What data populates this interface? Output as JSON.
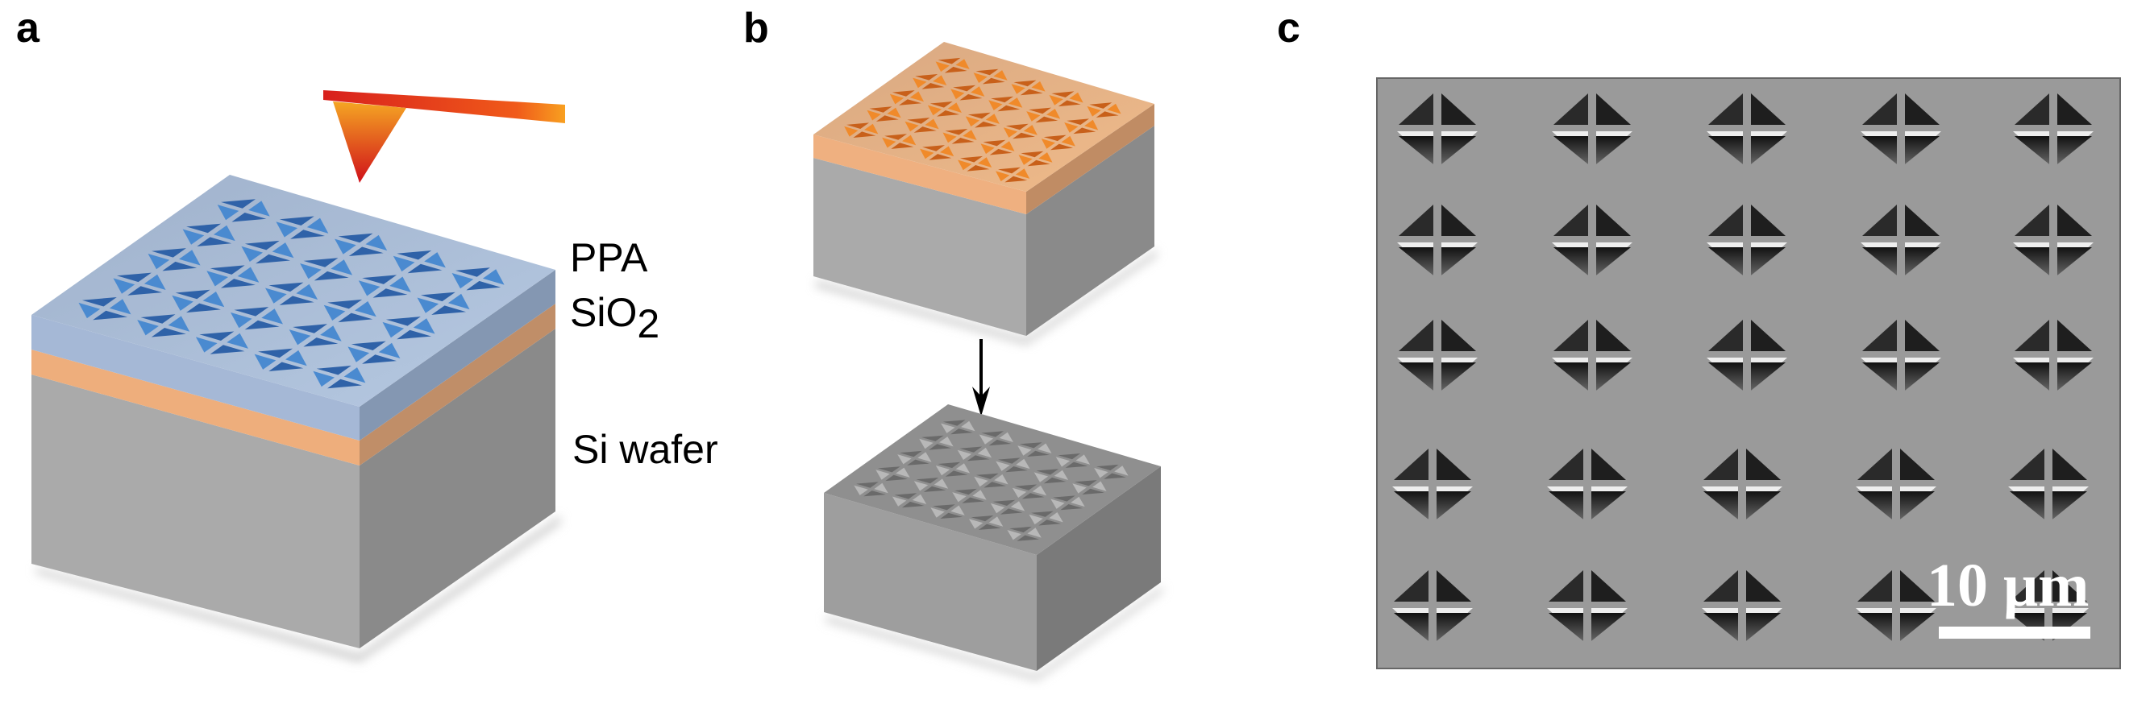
{
  "panels": {
    "a": {
      "label": "a",
      "layers": {
        "top": "PPA",
        "middle_main": "SiO",
        "middle_sub": "2",
        "bottom": "Si wafer"
      },
      "pattern_grid": [
        5,
        5
      ]
    },
    "b": {
      "label": "b",
      "pattern_grid": [
        5,
        5
      ]
    },
    "c": {
      "label": "c",
      "scale_bar": "10 μm",
      "pattern_grid": [
        5,
        5
      ]
    }
  },
  "colors": {
    "ppa_top": "#a9bcd6",
    "ppa_feature": "#4a8ad0",
    "sio2": "#eeae7c",
    "si_front": "#aaaaaa",
    "si_side": "#8a8a8a",
    "tip": "#e8401c",
    "resist_top": "#e2b088",
    "resist_feature": "#f08a2a",
    "sem_bg": "#999999"
  }
}
